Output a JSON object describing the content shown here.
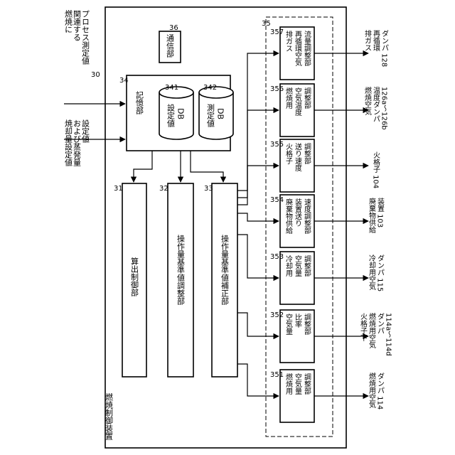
{
  "device": {
    "name": "燃焼制御装置",
    "ref": "30"
  },
  "inputs": {
    "top": [
      "燃焼に",
      "関連する",
      "プロセス測定値"
    ],
    "bottom": [
      "焼却量設定値",
      "および蒸発量",
      "設定値"
    ]
  },
  "communication": {
    "name": "通信部",
    "ref": "36"
  },
  "storage": {
    "name": "記憶部",
    "ref": "34",
    "db_setting": {
      "name": "設定値",
      "sub": "DB",
      "ref": "341"
    },
    "db_measure": {
      "name": "測定値",
      "sub": "DB",
      "ref": "342"
    }
  },
  "blocks": {
    "calc_control": {
      "name": "算出制御部",
      "ref": "31"
    },
    "base_adjust": {
      "name": "操作量基準値調整部",
      "ref": "32"
    },
    "base_correct": {
      "name": "操作量基準値補正部",
      "ref": "33"
    }
  },
  "group_ref": "35",
  "adjusters": [
    {
      "lines": [
        "排ガス",
        "再循環空気",
        "流量調整部"
      ],
      "ref": "357",
      "target": [
        "排ガス",
        "再循環",
        "ダンパ 128"
      ]
    },
    {
      "lines": [
        "燃焼用",
        "空気温度",
        "調整部"
      ],
      "ref": "356",
      "target": [
        "燃焼空気",
        "温度ダンパ",
        "126a～126b"
      ]
    },
    {
      "lines": [
        "火格子",
        "送り速度",
        "調整部"
      ],
      "ref": "355",
      "target": [
        "火格子 104"
      ]
    },
    {
      "lines": [
        "廃棄物供給",
        "装置送り",
        "速度調整部"
      ],
      "ref": "354",
      "target": [
        "廃棄物供給",
        "装置 103"
      ]
    },
    {
      "lines": [
        "冷却用",
        "空気量",
        "調整部"
      ],
      "ref": "353",
      "target": [
        "冷却用空気",
        "ダンパ 115"
      ]
    },
    {
      "lines": [
        "空気量",
        "比率",
        "調整部"
      ],
      "ref": "352",
      "target": [
        "火格子下",
        "燃焼用空気",
        "ダンパ",
        "114a～114d"
      ]
    },
    {
      "lines": [
        "燃焼用",
        "空気量",
        "調整部"
      ],
      "ref": "351",
      "target": [
        "燃焼用空気",
        "ダンパ 114"
      ]
    }
  ]
}
